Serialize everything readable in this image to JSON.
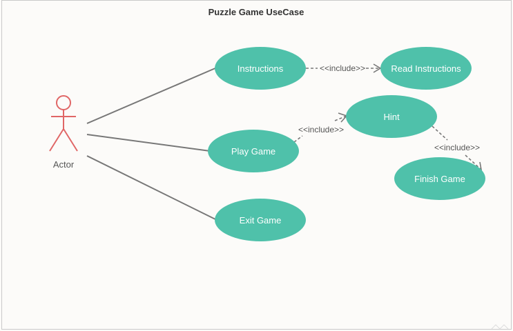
{
  "diagram": {
    "title": "Puzzle Game UseCase",
    "actor": {
      "label": "Actor",
      "color": "#e06666"
    },
    "use_cases": {
      "instructions": "Instructions",
      "read_instructions": "Read Instructions",
      "play_game": "Play Game",
      "hint": "Hint",
      "finish_game": "Finish Game",
      "exit_game": "Exit Game"
    },
    "relations": {
      "include_1": "<<include>>",
      "include_2": "<<include>>",
      "include_3": "<<include>>"
    },
    "colors": {
      "use_case_fill": "#4fc1aa",
      "line": "#777777",
      "background": "#fcfbf9"
    }
  }
}
